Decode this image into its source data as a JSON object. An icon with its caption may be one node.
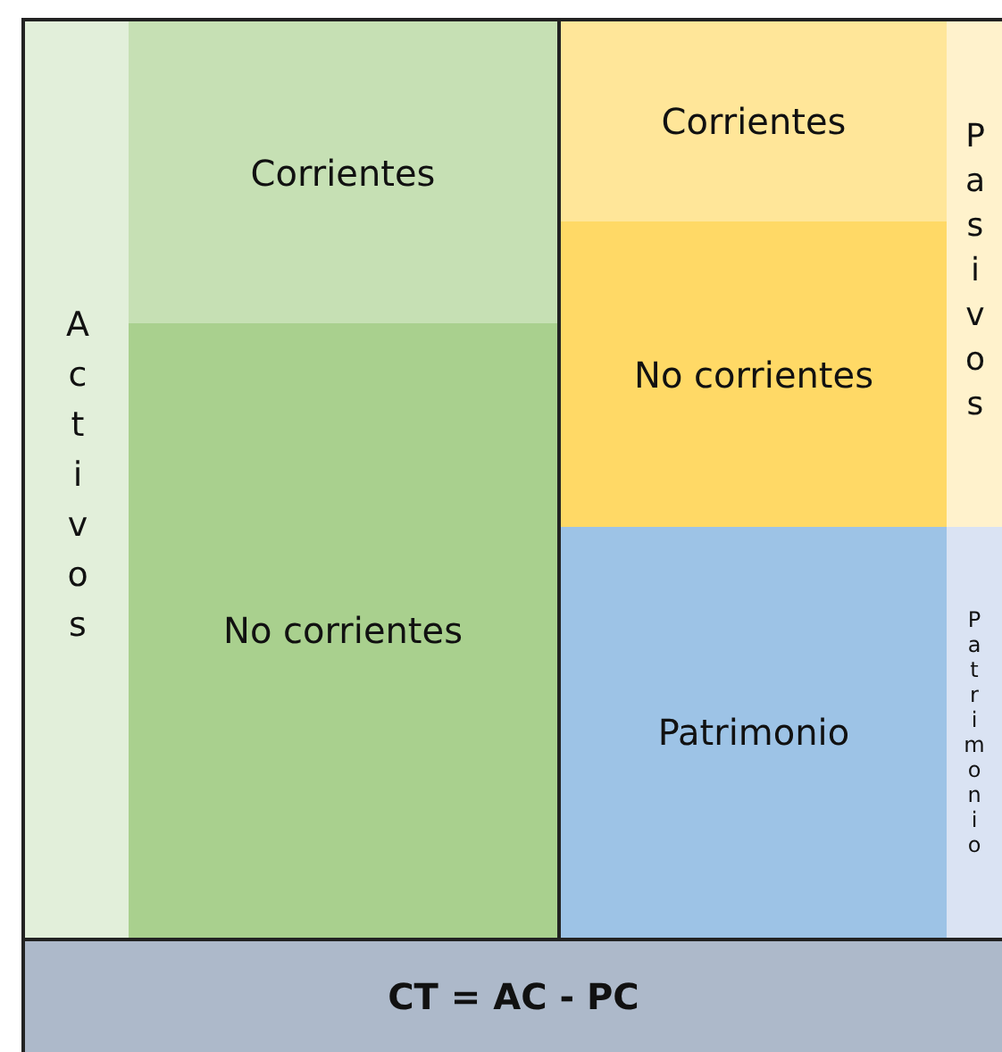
{
  "diagram": {
    "nodes": [
      {
        "text": [
          "Activos"
        ]
      },
      {
        "text": [
          "Corrientes"
        ]
      },
      {
        "text": [
          "No corrientes"
        ]
      },
      {
        "text": [
          "Corrientes"
        ]
      },
      {
        "text": [
          "No corrientes"
        ]
      },
      {
        "text": [
          "Patrimonio"
        ]
      },
      {
        "text": [
          "Pasivos"
        ]
      },
      {
        "text": [
          "Patrimonio"
        ]
      },
      {
        "text": [
          "CT = AC - PC"
        ]
      }
    ]
  }
}
